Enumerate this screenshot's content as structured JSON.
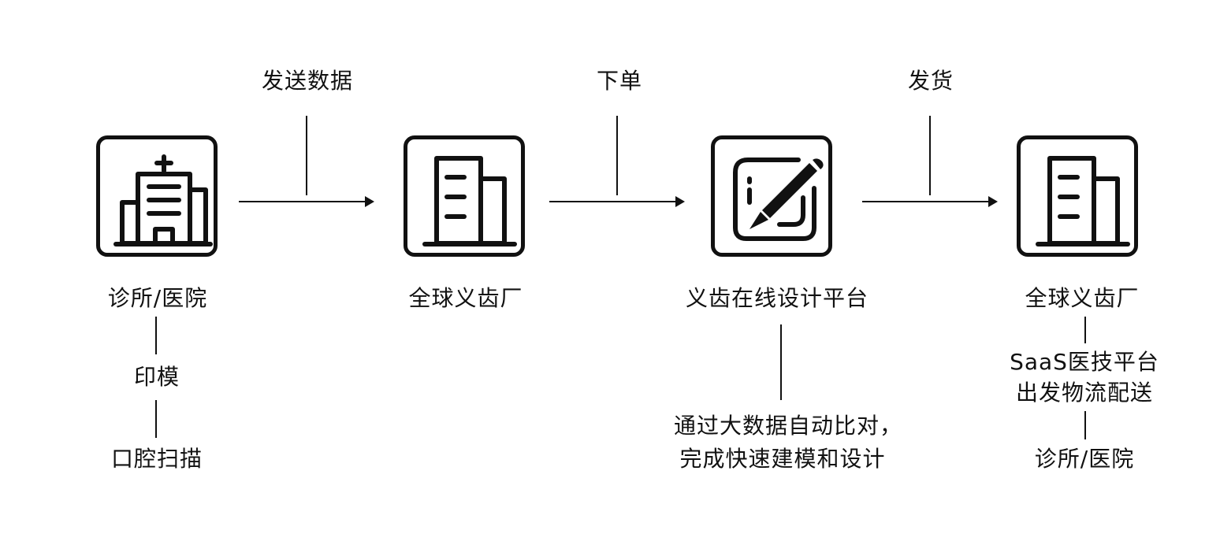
{
  "nodes": [
    {
      "label": "诊所/医院",
      "icon": "hospital-icon",
      "sub": [
        "印模",
        "口腔扫描"
      ]
    },
    {
      "label": "全球义齿厂",
      "icon": "building-icon"
    },
    {
      "label": "义齿在线设计平台",
      "icon": "design-edit-icon",
      "sub": [
        "通过大数据自动比对，",
        "完成快速建模和设计"
      ]
    },
    {
      "label": "全球义齿厂",
      "icon": "building-icon",
      "sub": [
        "SaaS医技平台",
        "出发物流配送",
        "诊所/医院"
      ]
    }
  ],
  "edges": [
    {
      "label": "发送数据"
    },
    {
      "label": "下单"
    },
    {
      "label": "发货"
    }
  ]
}
